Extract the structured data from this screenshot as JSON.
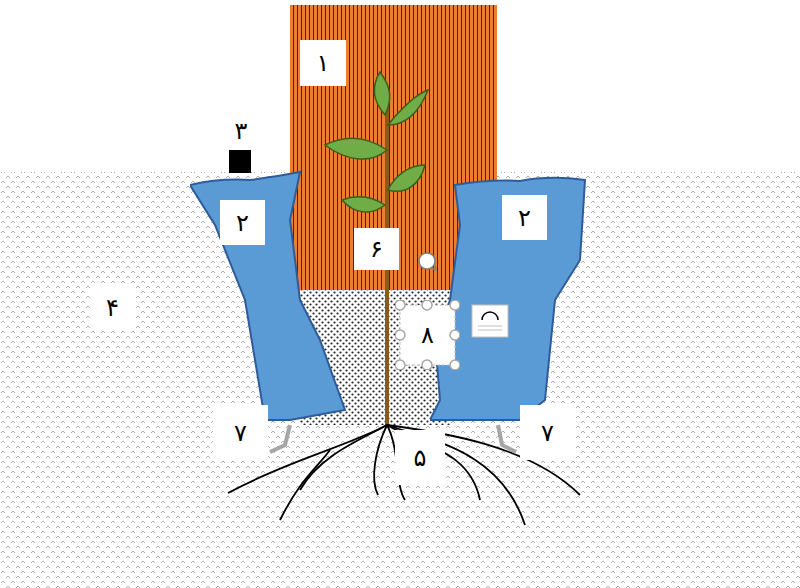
{
  "diagram": {
    "nodes": [
      {
        "text": [
          "۱"
        ]
      },
      {
        "text": [
          "۲"
        ]
      },
      {
        "text": [
          "۲"
        ]
      },
      {
        "text": [
          "۸"
        ]
      }
    ],
    "labels": [
      "۳",
      "۴",
      "۶",
      "۷",
      "۷",
      "۵"
    ]
  }
}
